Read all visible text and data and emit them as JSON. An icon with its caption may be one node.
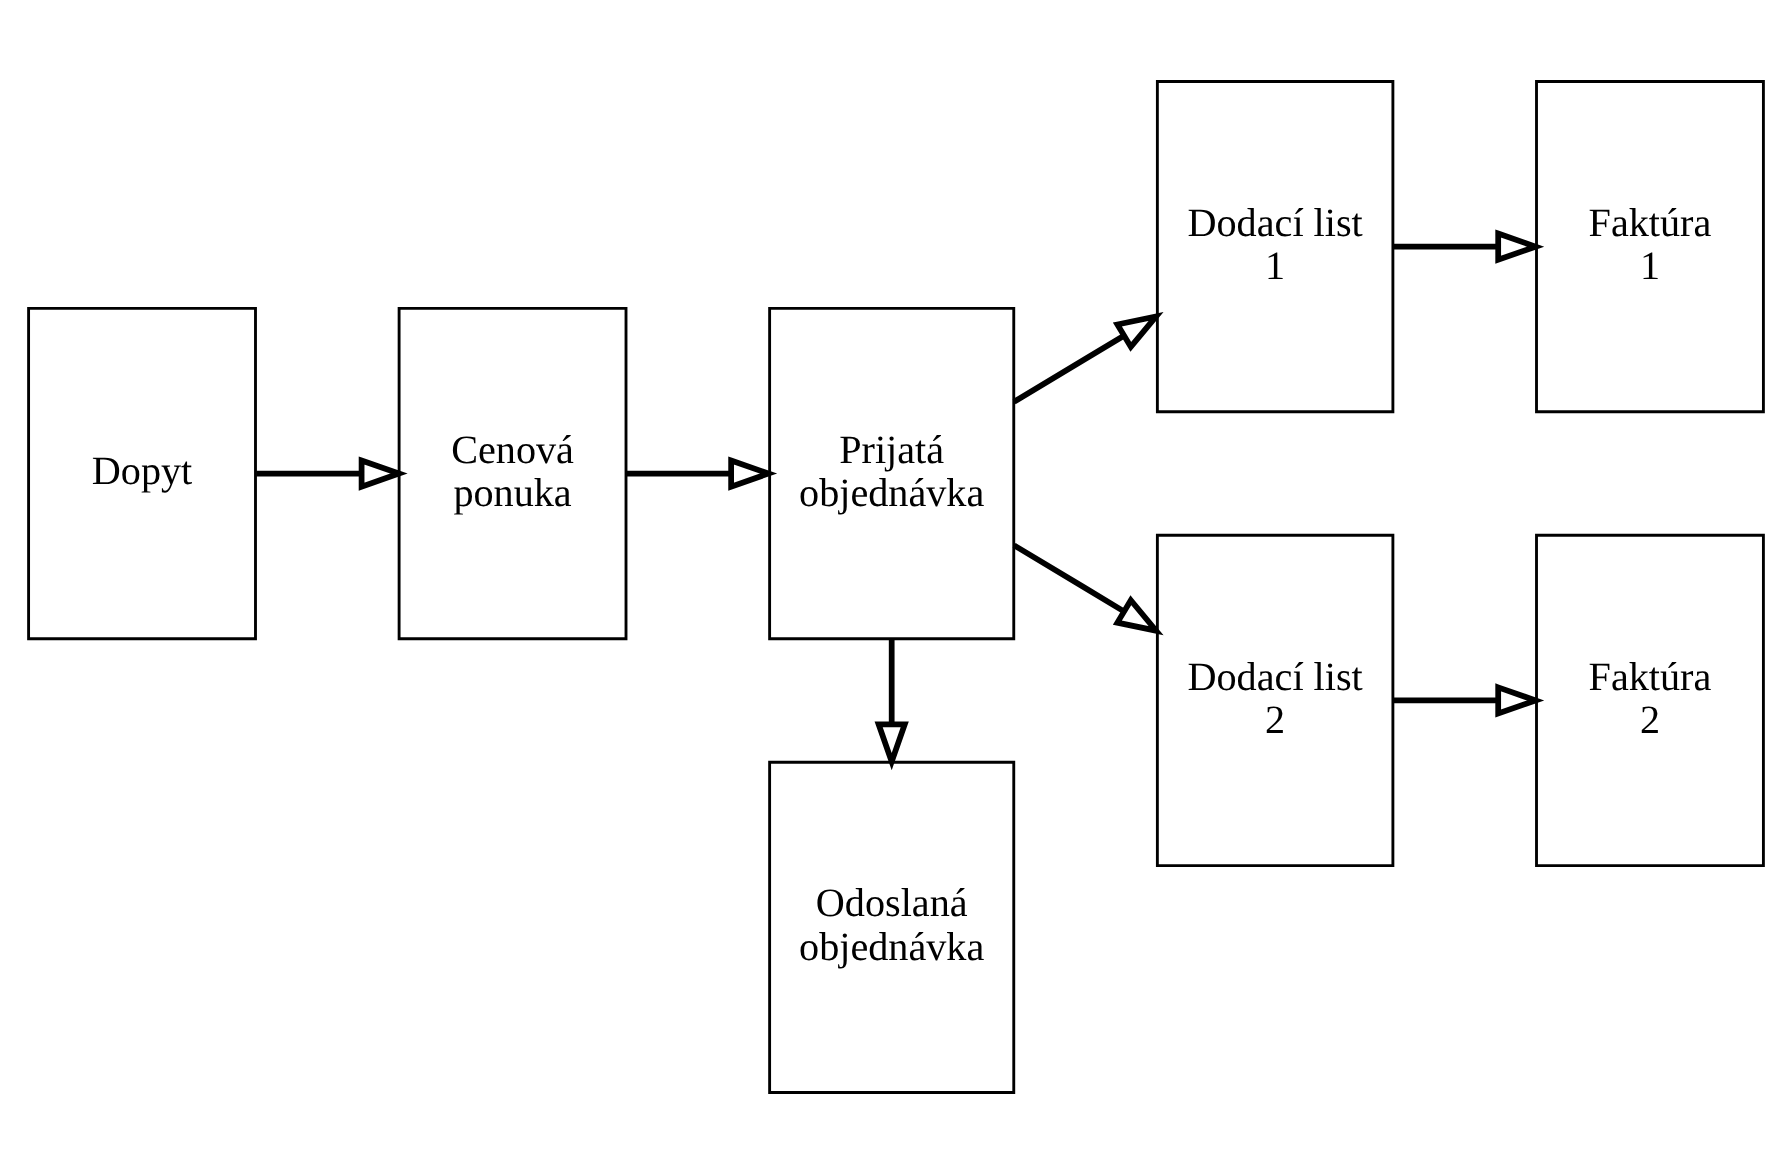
{
  "diagram": {
    "nodes": [
      {
        "text": [
          "Dopyt"
        ]
      },
      {
        "text": [
          "Cenová ponuka"
        ]
      },
      {
        "text": [
          "Prijatá objednávka"
        ]
      },
      {
        "text": [
          "Odoslaná objednávka"
        ]
      },
      {
        "text": [
          "Dodací list 1"
        ]
      },
      {
        "text": [
          "Faktúra 1"
        ]
      },
      {
        "text": [
          "Dodací list 2"
        ]
      },
      {
        "text": [
          "Faktúra 2"
        ]
      }
    ],
    "edges": [
      {
        "from": 0,
        "to": 1,
        "arrow": "to"
      },
      {
        "from": 1,
        "to": 2,
        "arrow": "to"
      },
      {
        "from": 2,
        "to": 3,
        "arrow": "to"
      },
      {
        "from": 2,
        "to": 4,
        "arrow": "to"
      },
      {
        "from": 2,
        "to": 6,
        "arrow": "to"
      },
      {
        "from": 4,
        "to": 5,
        "arrow": "to"
      },
      {
        "from": 6,
        "to": 7,
        "arrow": "to"
      }
    ]
  }
}
